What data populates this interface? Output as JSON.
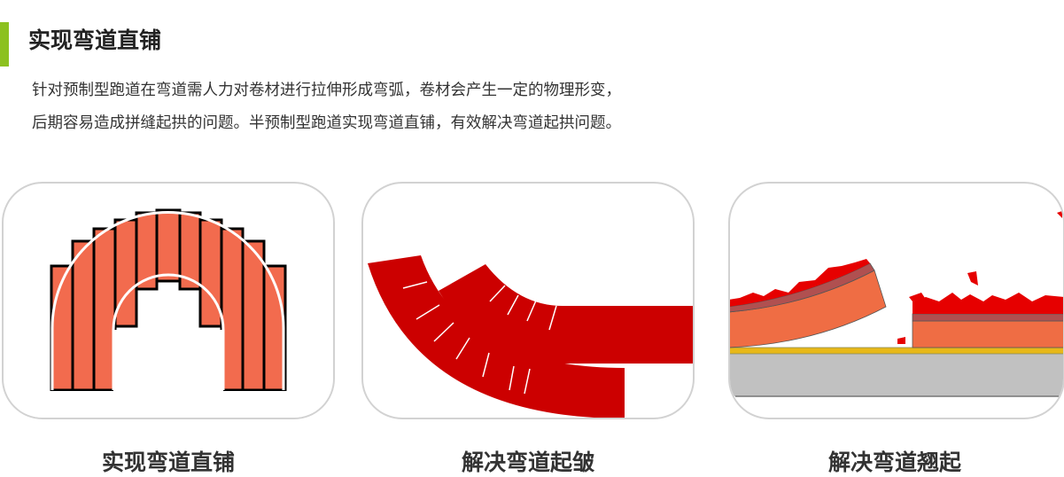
{
  "header": {
    "title": "实现弯道直铺"
  },
  "description": [
    "针对预制型跑道在弯道需人力对卷材进行拉伸形成弯弧，卷材会产生一定的物理形变，",
    "后期容易造成拼缝起拱的问题。半预制型跑道实现弯道直铺，有效解决弯道起拱问题。"
  ],
  "cards": [
    {
      "label": "实现弯道直铺",
      "icon": "straight-laying-illustration"
    },
    {
      "label": "解决弯道起皱",
      "icon": "wrinkle-illustration"
    },
    {
      "label": "解决弯道翘起",
      "icon": "warping-illustration"
    }
  ],
  "colors": {
    "accent": "#8cc11f",
    "strip": "#f26b4e",
    "track": "#cc0000",
    "border": "#d2d2d2"
  }
}
